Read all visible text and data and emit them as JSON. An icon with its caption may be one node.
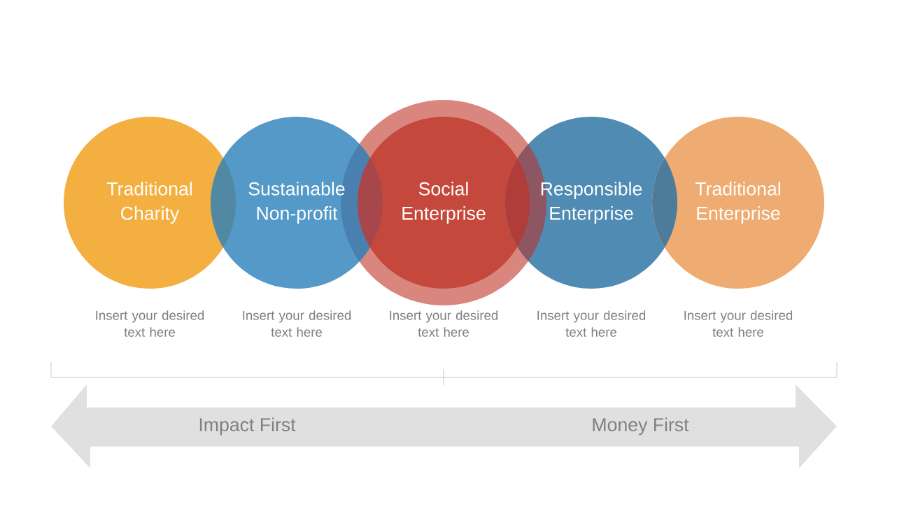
{
  "diagram": {
    "nodes": [
      {
        "text": [
          "Traditional Charity"
        ],
        "beside": [
          "Insert your desired text here"
        ]
      },
      {
        "text": [
          "Sustainable Non-profit"
        ],
        "beside": [
          "Insert your desired text here"
        ]
      },
      {
        "text": [
          "Social Enterprise"
        ],
        "beside": [
          "Insert your desired text here"
        ]
      },
      {
        "text": [
          "Responsible Enterprise"
        ],
        "beside": [
          "Insert your desired text here"
        ]
      },
      {
        "text": [
          "Traditional Enterprise"
        ],
        "beside": [
          "Insert your desired text here"
        ]
      },
      {
        "text": [
          "Impact First",
          "Money First"
        ]
      }
    ]
  }
}
